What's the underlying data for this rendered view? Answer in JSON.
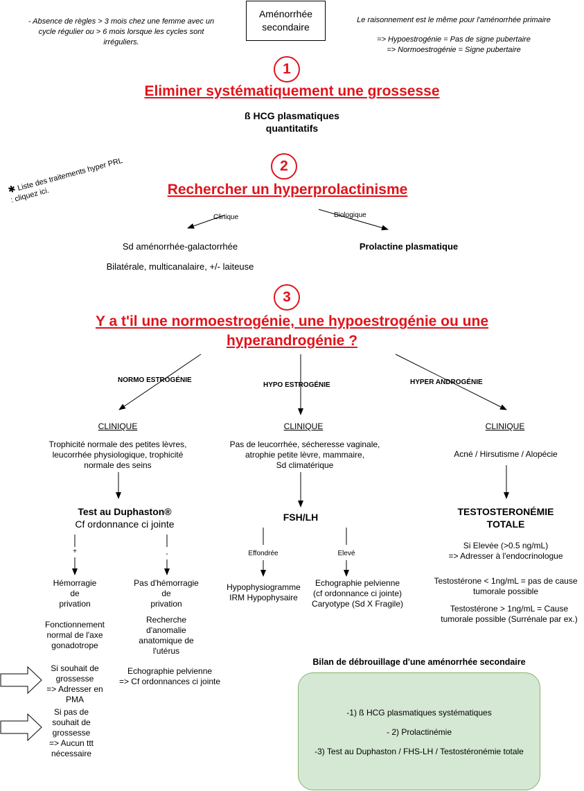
{
  "title_box": {
    "line1": "Aménorrhée",
    "line2": "secondaire"
  },
  "definition_note": "- Absence de règles > 3 mois chez une femme avec un cycle régulier ou > 6 mois lorsque les cycles sont irréguliers.",
  "primary_note": {
    "line1": "Le raisonnement est le même pour l'aménorrhée primaire",
    "line2": "=> Hypoestrogénie = Pas de signe pubertaire",
    "line3": "=> Normoestrogénie = Signe pubertaire"
  },
  "step1": {
    "number": "1",
    "title": "Eliminer systématiquement une grossesse",
    "line1": "ß HCG plasmatiques",
    "line2": "quantitatifs"
  },
  "step2": {
    "number": "2",
    "title": "Rechercher un hyperprolactinisme",
    "side_note": "Liste des traitements hyper PRL\n:  cliquez ici.",
    "clinique_label": "Clinique",
    "biologique_label": "Biologique",
    "clinique_line1": "Sd aménorrhée-galactorrhée",
    "clinique_line2": "Bilatérale, multicanalaire, +/- laiteuse",
    "biologique_result": "Prolactine plasmatique"
  },
  "step3": {
    "number": "3",
    "title_line1": "Y a t'il une normoestrogénie, une hypoestrogénie ou une",
    "title_line2": "hyperandrogénie ?"
  },
  "normo": {
    "label": "NORMO ESTROGÉNIE",
    "clinique": "CLINIQUE",
    "clinique_text": "Trophicité normale des petites lèvres,\nleucorrhée physiologique, trophicité\nnormale des seins",
    "test_title": "Test au Duphaston®",
    "test_sub": "Cf ordonnance ci jointe",
    "plus": "+",
    "minus": "-",
    "plus_result": "Hémorragie\nde\nprivation",
    "plus_detail": "Fonctionnement\nnormal de l'axe\ngonadotrope",
    "minus_result": "Pas d'hémorragie\nde\nprivation",
    "minus_detail": "Recherche\nd'anomalie\nanatomique de\nl'utérus",
    "minus_exam": "Echographie pelvienne\n=> Cf ordonnances ci jointe",
    "wish_yes": "Si souhait de\ngrossesse\n=> Adresser en\nPMA",
    "wish_no": "Si pas de\nsouhait de\ngrossesse\n=> Aucun ttt\nnécessaire"
  },
  "hypo": {
    "label": "HYPO ESTROGÉNIE",
    "clinique": "CLINIQUE",
    "clinique_text": "Pas de leucorrhée, sécheresse vaginale,\natrophie petite lèvre, mammaire,\nSd climatérique",
    "test": "FSH/LH",
    "low_label": "Effondrée",
    "high_label": "Elevé",
    "low_result": "Hypophysiogramme\nIRM Hypophysaire",
    "high_result": "Echographie pelvienne\n(cf ordonnance ci jointe)\nCaryotype (Sd X Fragile)"
  },
  "hyper": {
    "label": "HYPER ANDROGÉNIE",
    "clinique": "CLINIQUE",
    "clinique_text": "Acné / Hirsutisme / Alopécie",
    "test_line1": "TESTOSTERONÉMIE",
    "test_line2": "TOTALE",
    "elevated": "Si Elevée (>0.5 ng/mL)\n=> Adresser à l'endocrinologue",
    "low": "Testostérone < 1ng/mL = pas de cause\ntumorale possible",
    "high": "Testostérone > 1ng/mL = Cause\ntumorale possible (Surrénale par ex.)"
  },
  "summary": {
    "title": "Bilan de débrouillage d'une aménorrhée secondaire",
    "item1": "-1) ß HCG plasmatiques systématiques",
    "item2": "- 2) Prolactinémie",
    "item3": "-3) Test au Duphaston / FHS-LH / Testostéronémie totale",
    "box_color": "#d5e8d4",
    "box_border": "#82b366"
  },
  "colors": {
    "accent": "#e0141b"
  }
}
